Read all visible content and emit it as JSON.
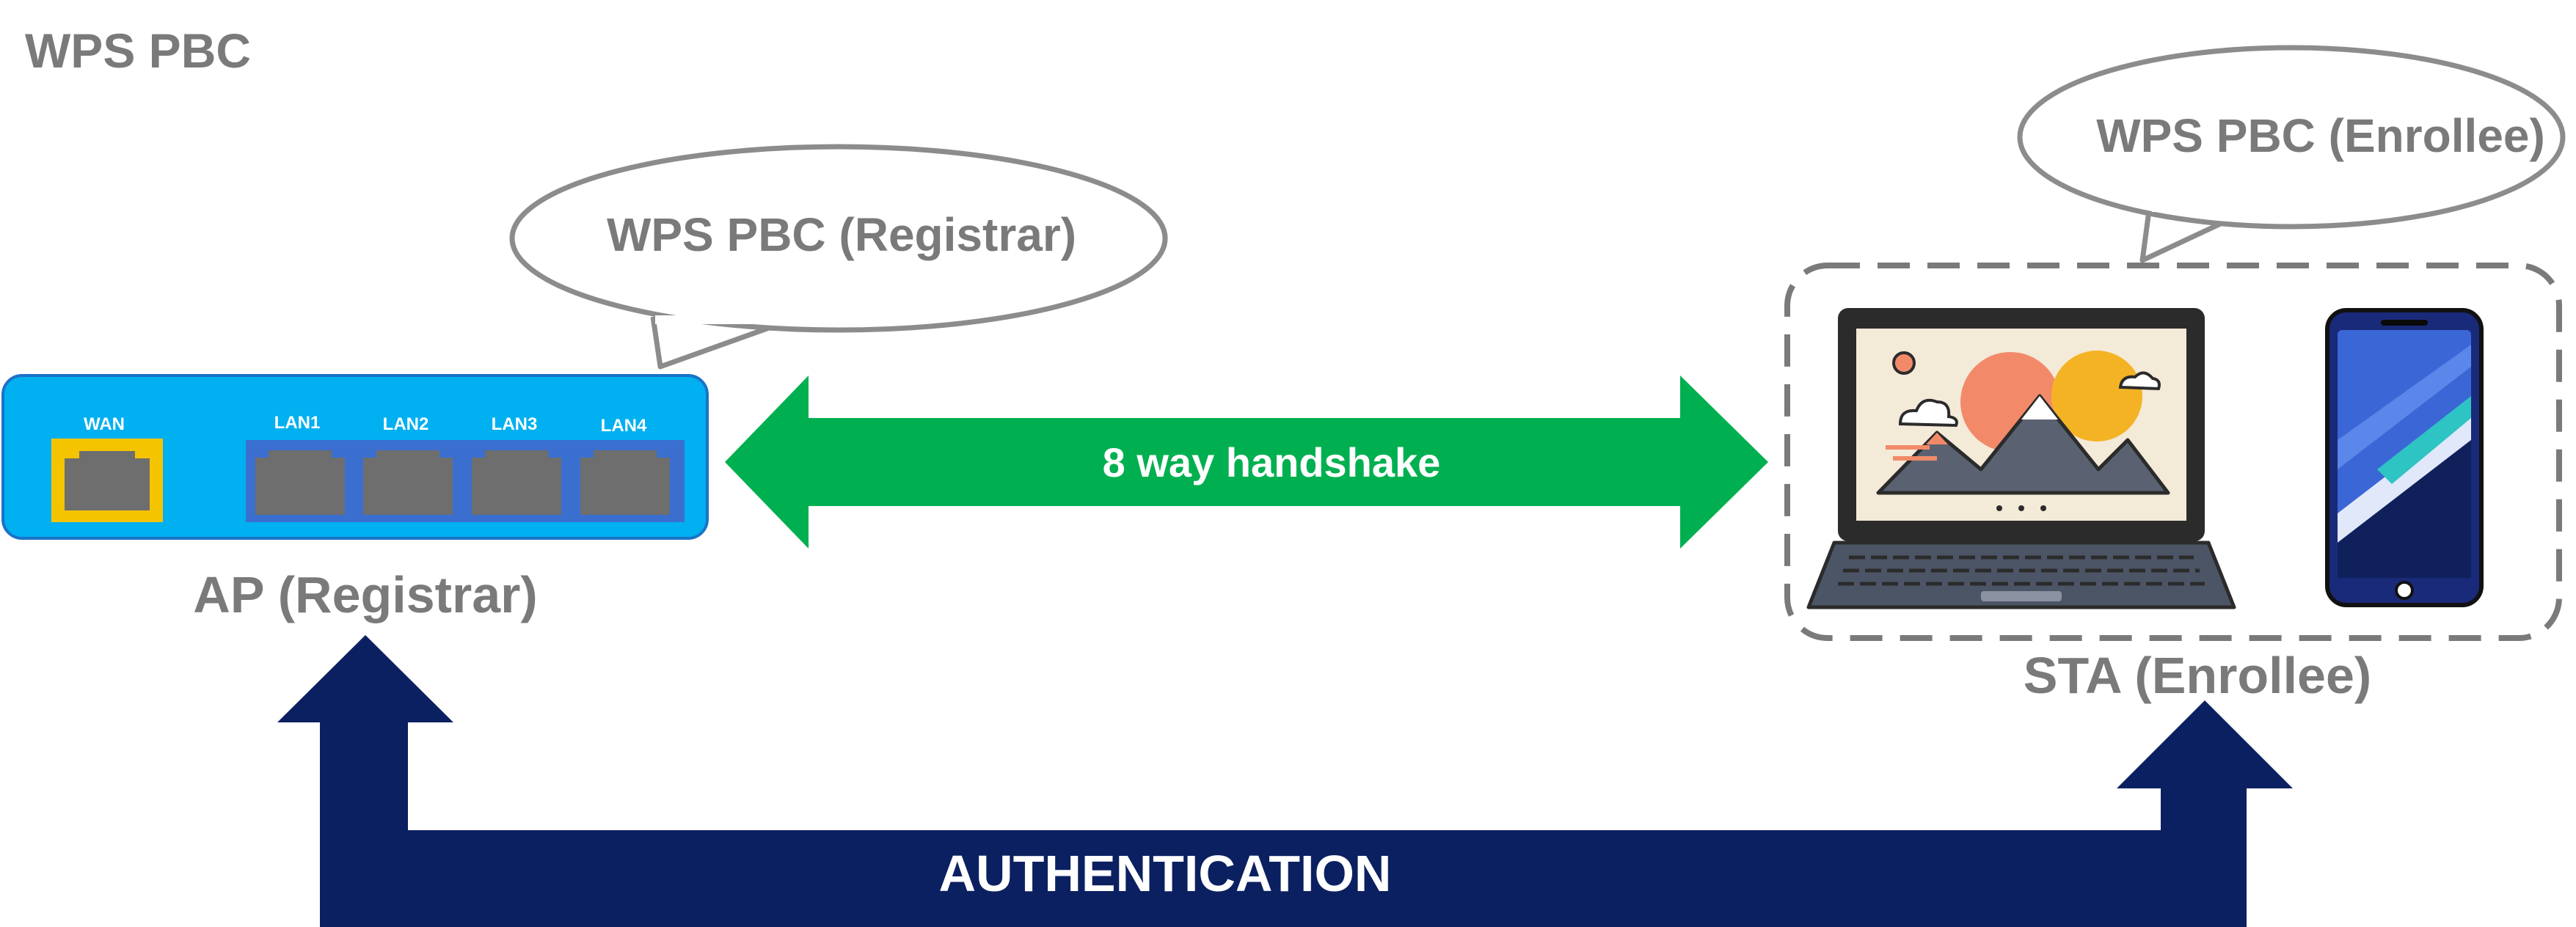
{
  "title": "WPS PBC",
  "registrar_bubble": "WPS PBC (Registrar)",
  "enrollee_bubble": "WPS PBC (Enrollee)",
  "router": {
    "wan_label": "WAN",
    "lan_labels": [
      "LAN1",
      "LAN2",
      "LAN3",
      "LAN4"
    ],
    "caption": "AP (Registrar)"
  },
  "handshake_label": "8 way handshake",
  "sta_caption": "STA (Enrollee)",
  "authentication_label": "AUTHENTICATION",
  "colors": {
    "text_gray": "#7a7a7a",
    "router_blue": "#00b0f0",
    "router_panel": "#3a6fd0",
    "port_gray": "#6e6e6e",
    "wan_yellow": "#f5c400",
    "handshake_green": "#00b050",
    "auth_navy": "#0b2060",
    "bubble_stroke": "#8c8c8c"
  },
  "icons": {
    "laptop": "laptop-icon",
    "phone": "smartphone-icon",
    "router": "router-icon"
  }
}
